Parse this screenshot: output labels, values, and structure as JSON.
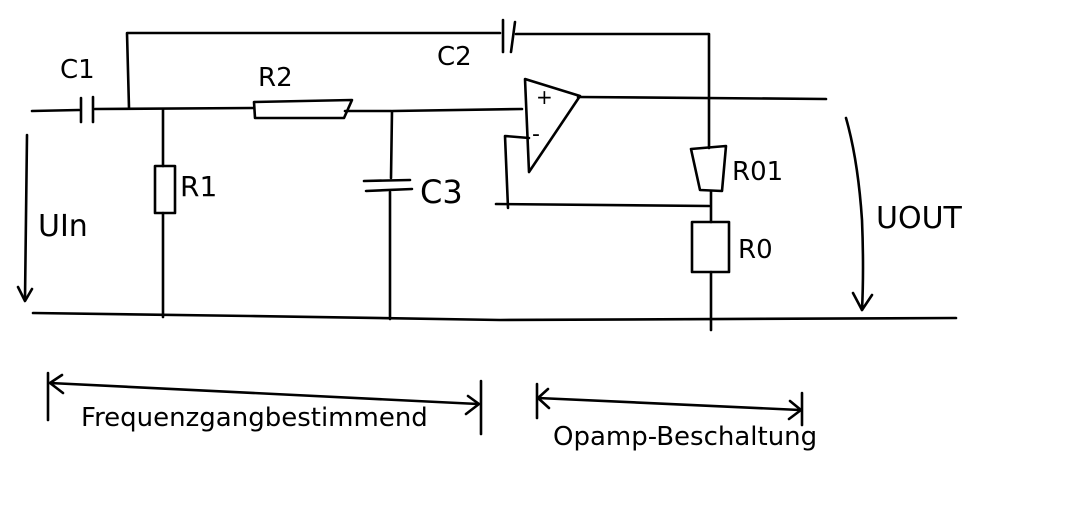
{
  "components": {
    "c1": "C1",
    "c2": "C2",
    "c3": "C3",
    "r1": "R1",
    "r2": "R2",
    "r01": "R01",
    "r0": "R0"
  },
  "signals": {
    "uin": "UIn",
    "uout": "UOUT"
  },
  "opamp": {
    "plus": "+",
    "minus": "-"
  },
  "sections": {
    "frequency": "Frequenzgangbestimmend",
    "opamp": "Opamp-Beschaltung"
  },
  "colors": {
    "ink": "#000000",
    "background": "#ffffff"
  }
}
